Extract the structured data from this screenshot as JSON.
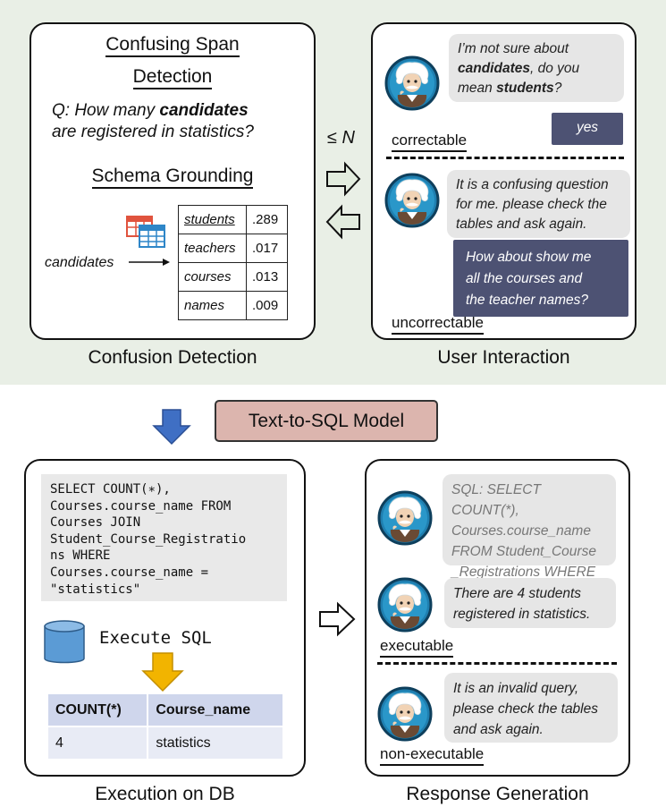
{
  "confusion_detection": {
    "section_title_line1": "Confusing Span",
    "section_title_line2": "Detection",
    "question_prefix": "Q: How many ",
    "question_bold": "candidates",
    "question_line2": "are registered in statistics?",
    "schema_title": "Schema Grounding",
    "candidate_word": "candidates",
    "scores": [
      {
        "word": "students",
        "score": ".289"
      },
      {
        "word": "teachers",
        "score": ".017"
      },
      {
        "word": "courses",
        "score": ".013"
      },
      {
        "word": "names",
        "score": ".009"
      }
    ],
    "caption": "Confusion Detection"
  },
  "loop_label": "≤ N",
  "user_interaction": {
    "bubble1_a": "I’m not sure about",
    "bubble1_bold1": "candidates",
    "bubble1_b": ", do you",
    "bubble1_c": "mean ",
    "bubble1_bold2": "students",
    "bubble1_d": "?",
    "user_reply1": "yes",
    "label_correctable": "correctable",
    "bubble2_l1": "It is a confusing question",
    "bubble2_l2": "for me. please check the",
    "bubble2_l3": "tables and ask again.",
    "user_reply2_l1": "How about show me",
    "user_reply2_l2": "all the courses and",
    "user_reply2_l3": "the teacher names?",
    "label_uncorrectable": "uncorrectable",
    "caption": "User Interaction"
  },
  "model_label": "Text-to-SQL Model",
  "execution": {
    "sql_lines": [
      "SELECT COUNT(∗),",
      "Courses.course_name FROM",
      "Courses JOIN",
      "Student_Course_Registratio",
      "ns WHERE",
      "Courses.course_name =",
      "\"statistics\""
    ],
    "execute_label": "Execute SQL",
    "result_columns": [
      "COUNT(*)",
      "Course_name"
    ],
    "result_rows": [
      [
        "4",
        "statistics"
      ]
    ],
    "caption": "Execution on DB"
  },
  "response": {
    "sql_bubble_l1": "SQL: SELECT COUNT(*),",
    "sql_bubble_l2": "Courses.course_name",
    "sql_bubble_l3": "FROM Student_Course",
    "sql_bubble_l4": "_Registrations WHERE …",
    "answer_l1": "There are 4 students",
    "answer_l2": "registered in statistics.",
    "label_executable": "executable",
    "invalid_l1": "It is an invalid query,",
    "invalid_l2": "please check the tables",
    "invalid_l3": "and ask again.",
    "label_non_executable": "non-executable",
    "caption": "Response Generation"
  },
  "colors": {
    "band": "#e9efe6",
    "model_box": "#dcb5ae",
    "user_bubble": "#4d5273",
    "down_arrow": "#3f6fc4",
    "exec_arrow": "#f2b400",
    "db_icon": "#5b9bd5",
    "table_header": "#cfd6ec"
  },
  "icons": [
    "table-icon",
    "einstein-avatar-icon",
    "right-arrow-icon",
    "left-arrow-icon",
    "down-arrow-icon",
    "database-icon"
  ]
}
